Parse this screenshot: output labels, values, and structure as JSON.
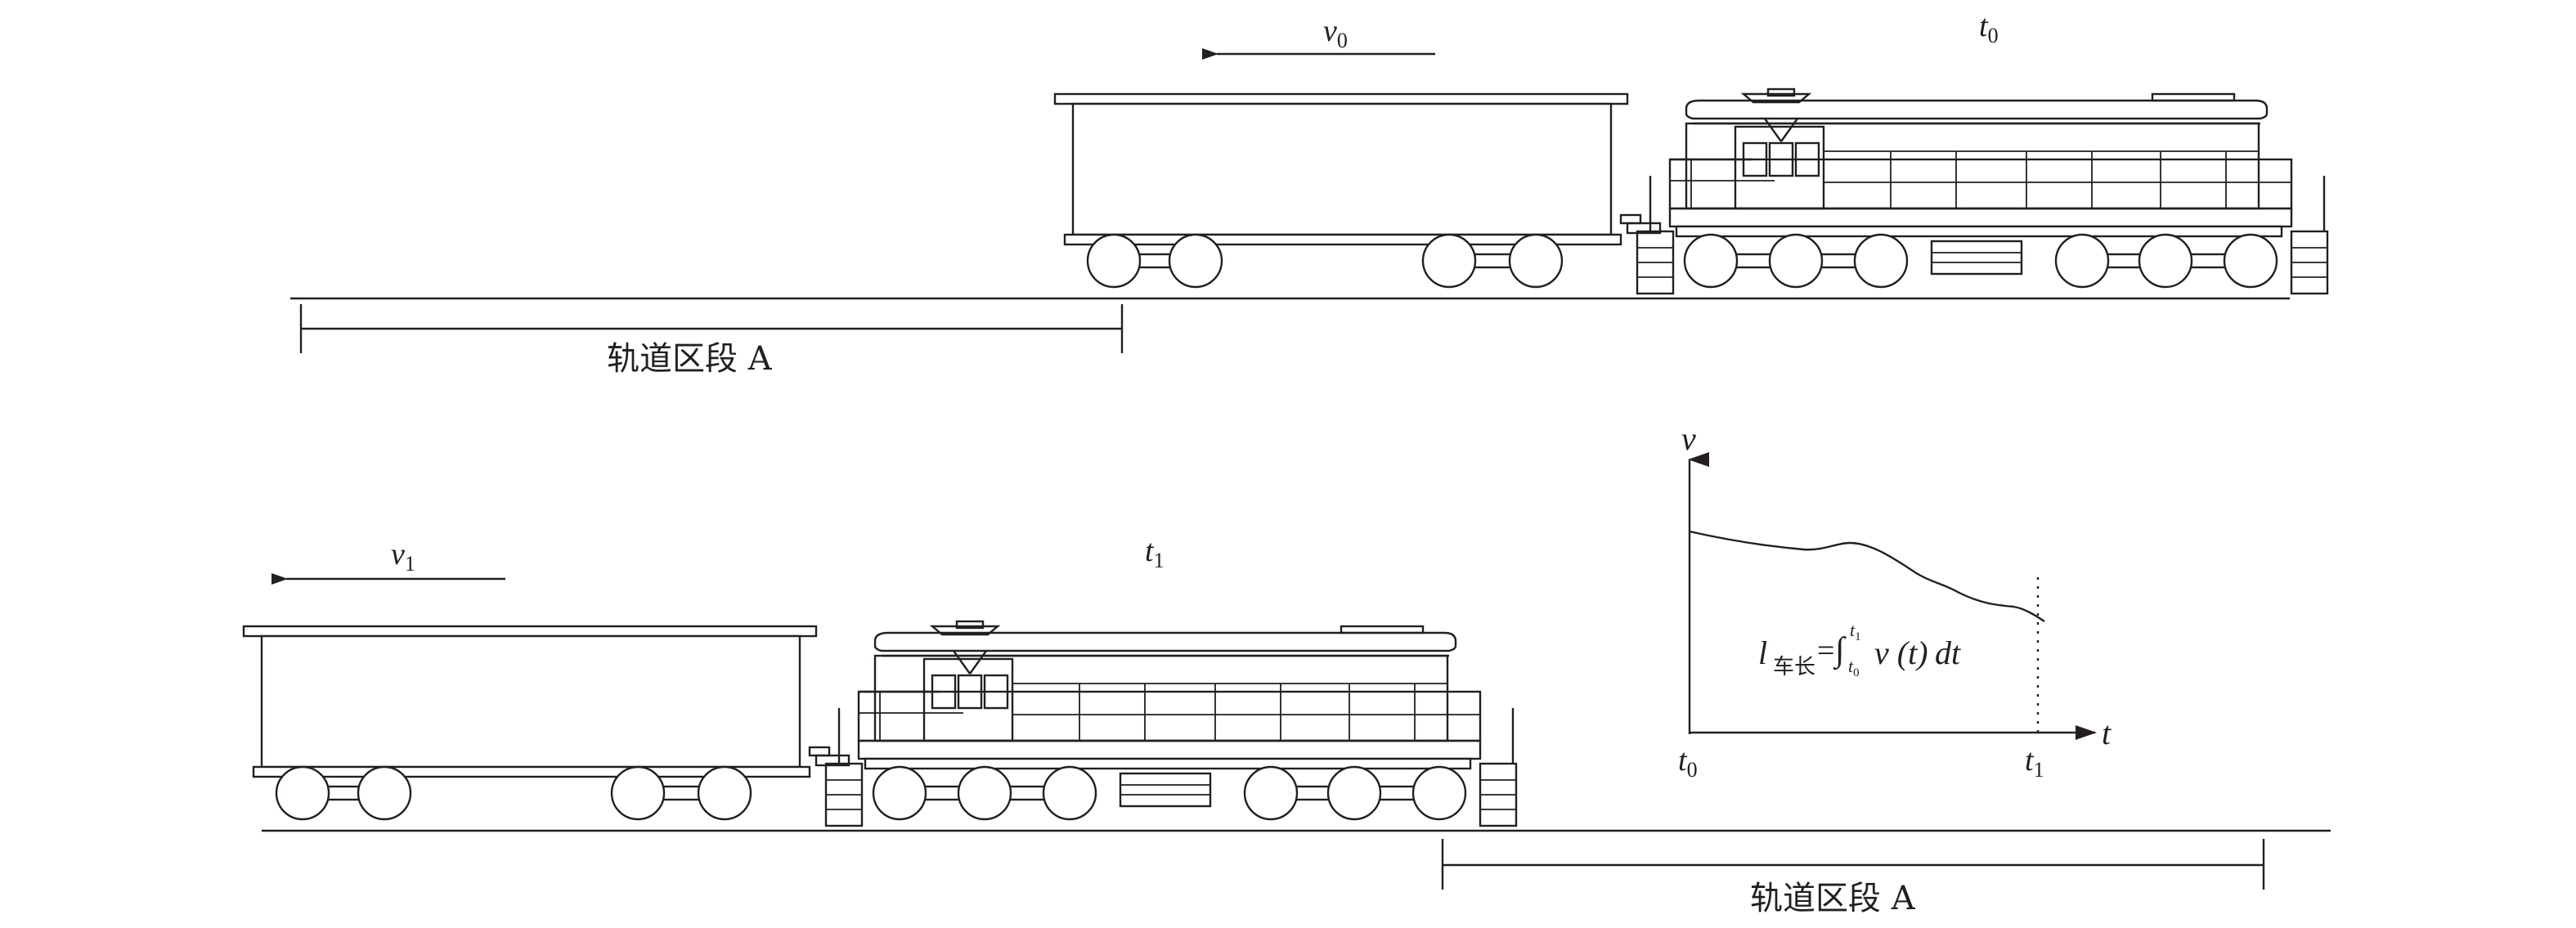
{
  "top_scene": {
    "velocity_symbol": "v",
    "velocity_subscript": "0",
    "time_symbol": "t",
    "time_subscript": "0",
    "track_section_label": "轨道区段 A"
  },
  "bottom_scene": {
    "velocity_symbol": "v",
    "velocity_subscript": "1",
    "time_symbol": "t",
    "time_subscript": "1",
    "track_section_label": "轨道区段 A"
  },
  "graph": {
    "y_axis_label": "v",
    "x_axis_label": "t",
    "x_start_symbol": "t",
    "x_start_subscript": "0",
    "x_end_symbol": "t",
    "x_end_subscript": "1",
    "formula": {
      "lhs_symbol": "l",
      "lhs_subscript": "车长",
      "equals": "=",
      "integral_sign": "∫",
      "upper_limit_symbol": "t",
      "upper_limit_subscript": "1",
      "lower_limit_symbol": "t",
      "lower_limit_subscript": "0",
      "integrand": "v (t)",
      "differential": "dt"
    }
  }
}
